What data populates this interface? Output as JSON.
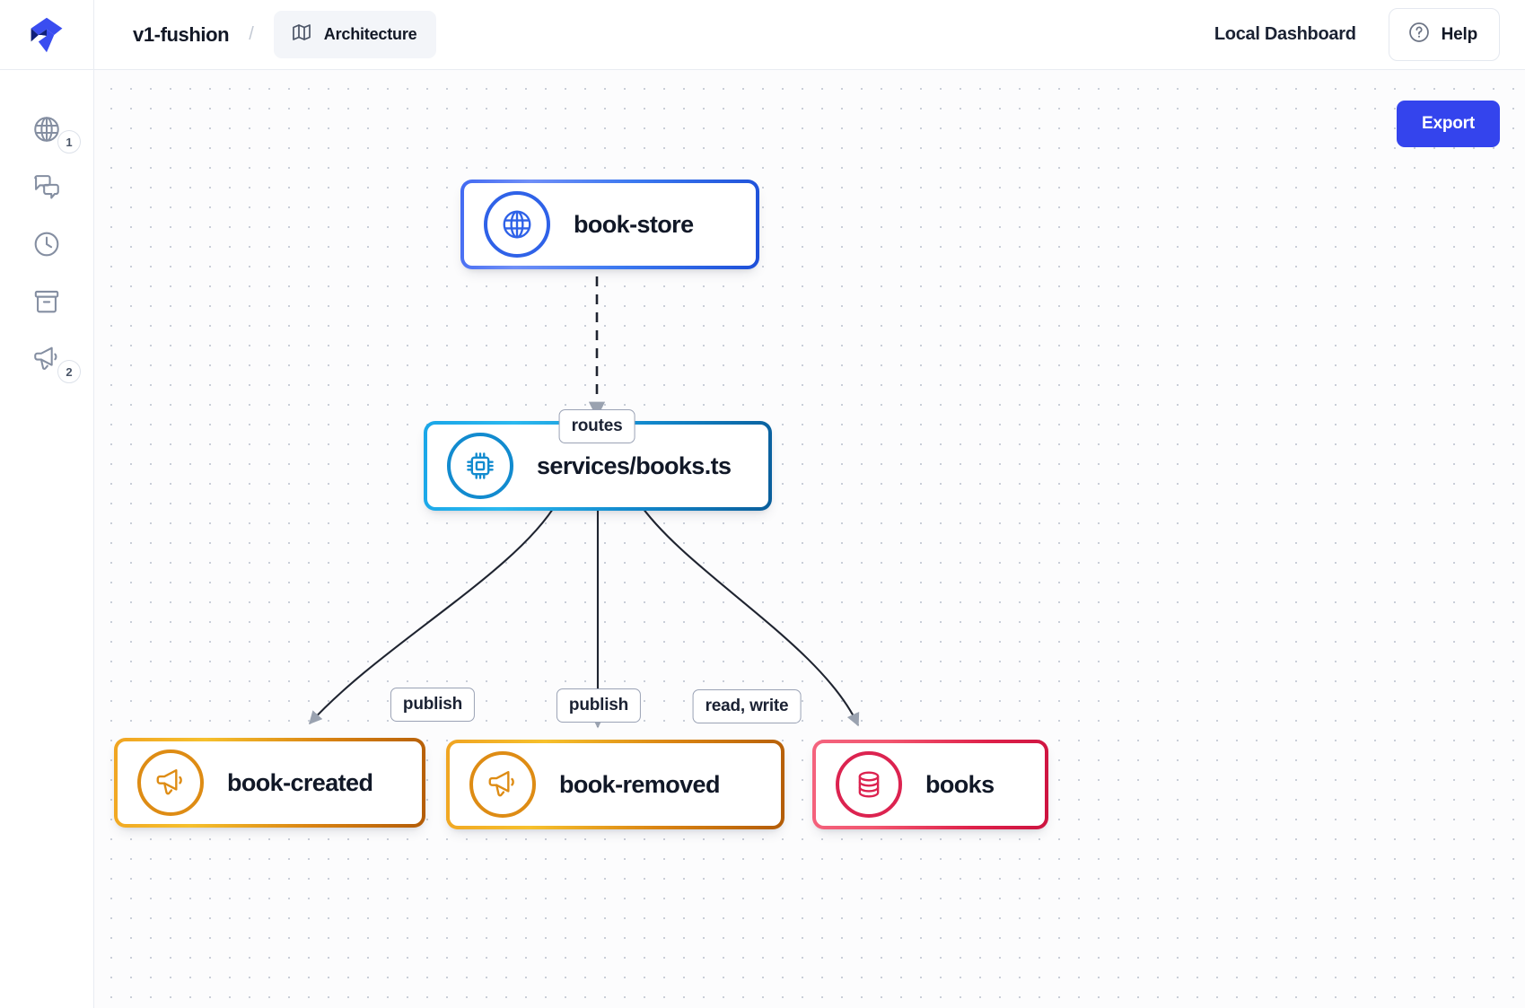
{
  "header": {
    "logo_icon": "eventcatalog-logo-icon",
    "project_title": "v1-fushion",
    "breadcrumb_separator": "/",
    "tab": {
      "label": "Architecture",
      "icon": "map-icon"
    },
    "dashboard_label": "Local Dashboard",
    "help": {
      "label": "Help",
      "icon": "question-circle-icon"
    }
  },
  "sidebar": {
    "items": [
      {
        "name": "domains",
        "icon": "globe-icon",
        "badge": "1"
      },
      {
        "name": "messages",
        "icon": "chat-bubbles-icon",
        "badge": ""
      },
      {
        "name": "history",
        "icon": "clock-icon",
        "badge": ""
      },
      {
        "name": "storage",
        "icon": "archive-icon",
        "badge": ""
      },
      {
        "name": "events",
        "icon": "megaphone-icon",
        "badge": "2"
      }
    ]
  },
  "canvas": {
    "export_label": "Export",
    "nodes": [
      {
        "id": "book-store",
        "label": "book-store",
        "icon": "globe-icon",
        "kind": "service",
        "accent": "#2f62e8"
      },
      {
        "id": "services-books-ts",
        "label": "services/books.ts",
        "icon": "chip-icon",
        "kind": "code",
        "accent": "#128bcf"
      },
      {
        "id": "book-created",
        "label": "book-created",
        "icon": "megaphone-icon",
        "kind": "event",
        "accent": "#de8c14"
      },
      {
        "id": "book-removed",
        "label": "book-removed",
        "icon": "megaphone-icon",
        "kind": "event",
        "accent": "#de8c14"
      },
      {
        "id": "books",
        "label": "books",
        "icon": "database-icon",
        "kind": "store",
        "accent": "#dc2350"
      }
    ],
    "edges": [
      {
        "from": "book-store",
        "to": "services-books-ts",
        "label": "routes",
        "style": "dashed"
      },
      {
        "from": "services-books-ts",
        "to": "book-created",
        "label": "publish",
        "style": "solid"
      },
      {
        "from": "services-books-ts",
        "to": "book-removed",
        "label": "publish",
        "style": "solid"
      },
      {
        "from": "services-books-ts",
        "to": "books",
        "label": "read, write",
        "style": "solid"
      }
    ]
  }
}
